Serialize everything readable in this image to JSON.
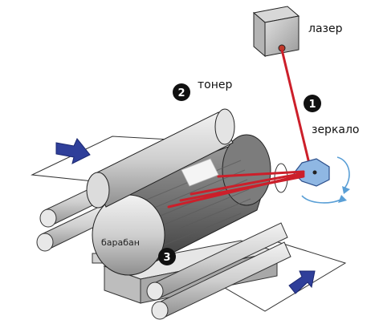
{
  "labels": {
    "laser": "лазер",
    "toner": "тонер",
    "mirror": "зеркало",
    "drum": "барабан"
  },
  "markers": {
    "mirror": "1",
    "toner": "2",
    "drum": "3"
  },
  "colors": {
    "beam": "#cc1f2a",
    "mirror": "#8fb7e3",
    "arrow_blue": "#2f3f9a",
    "rotation": "#5a9fd6",
    "roller": "#d4d4d4",
    "outline": "#222222"
  }
}
